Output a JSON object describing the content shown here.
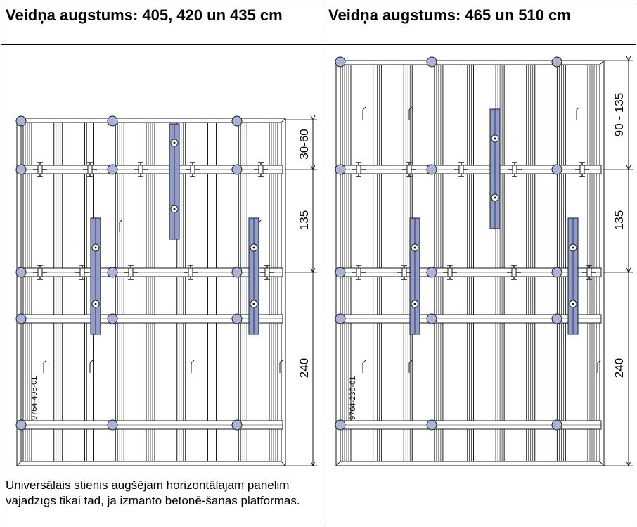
{
  "left_panel": {
    "title": "Veidņa augstums: 405, 420 un 435 cm",
    "drawing_code": "9764-498-01",
    "dimensions": [
      "30-60",
      "135",
      "240"
    ],
    "caption": "Universālais stienis augšējam horizontālajam panelim vajadzīgs tikai tad, ja izmanto betonē-šanas platformas."
  },
  "right_panel": {
    "title": "Veidņa augstums: 465 un 510 cm",
    "drawing_code": "9764-236-01",
    "dimensions": [
      "90 - 135",
      "135",
      "240"
    ]
  },
  "colors": {
    "line": "#1a1a1a",
    "circle_fill": "#aab4d6",
    "rod_fill": "#8f9ccc"
  }
}
